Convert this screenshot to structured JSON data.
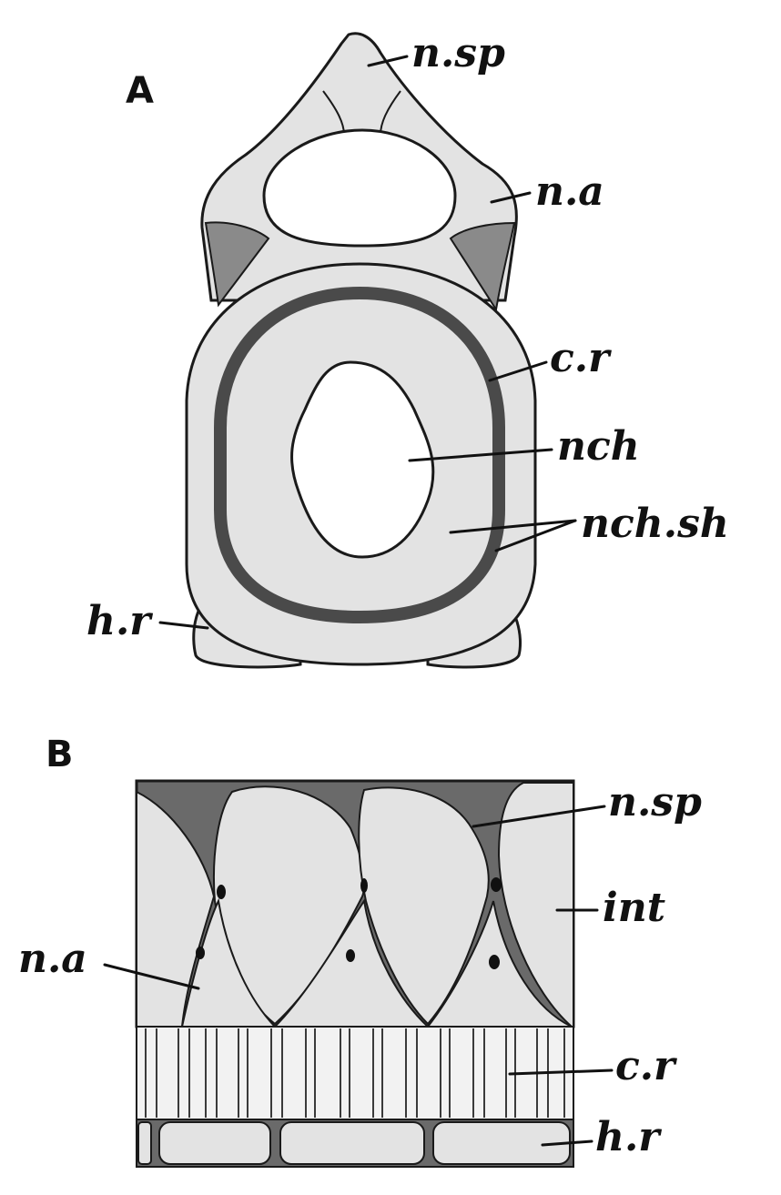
{
  "figure": {
    "panels": [
      {
        "letter": "A",
        "labels": {
          "n_sp": "n.sp",
          "n_a": "n.a",
          "c_r": "c.r",
          "nch": "nch",
          "nch_sh": "nch.sh",
          "h_r": "h.r"
        }
      },
      {
        "letter": "B",
        "labels": {
          "n_sp": "n.sp",
          "int": "int",
          "n_a": "n.a",
          "c_r": "c.r",
          "h_r": "h.r"
        }
      }
    ]
  },
  "colors": {
    "ink": "#111111",
    "tissue": "#e3e3e3",
    "dark_tissue": "#6a6a6a",
    "ring": "#4a4a4a"
  }
}
